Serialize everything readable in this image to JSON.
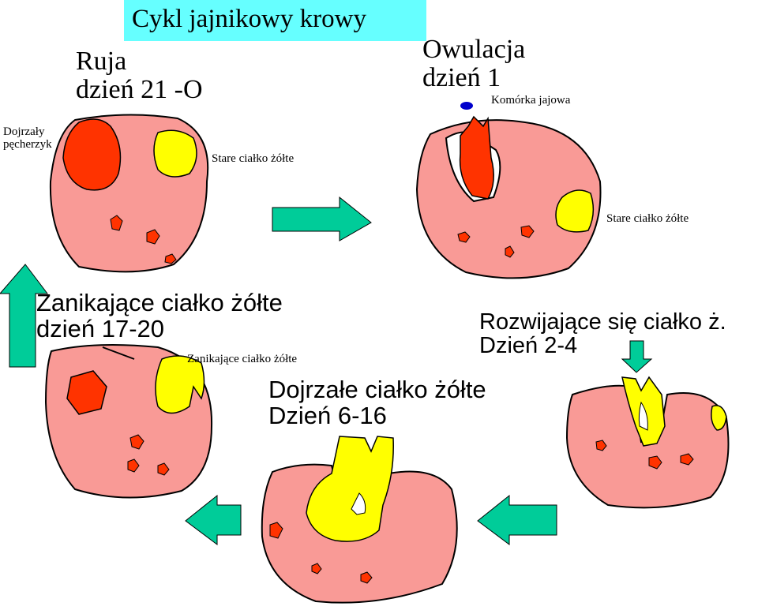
{
  "title": "Cykl jajnikowy krowy",
  "stages": {
    "ruja": {
      "line1": "Ruja",
      "line2": "dzień 21 -O"
    },
    "owulacja": {
      "line1": "Owulacja",
      "line2": "dzień 1"
    },
    "zanikajace": {
      "line1": "Zanikające ciałko żółte",
      "line2": "dzień 17-20"
    },
    "rozwijajace": {
      "line1": "Rozwijające się ciałko ż.",
      "line2": "Dzień 2-4"
    },
    "dojrzale": {
      "line1": "Dojrzałe ciałko żółte",
      "line2": "Dzień 6-16"
    }
  },
  "annotations": {
    "dojrzaly_pecherzyk_1": "Dojrzały",
    "dojrzaly_pecherzyk_2": "pęcherzyk",
    "stare_cialko_1": "Stare ciałko żółte",
    "komorka_jajowa": "Komórka jajowa",
    "stare_cialko_2": "Stare ciałko żółte",
    "zanikajace_small": "Zanikające ciałko żółte"
  },
  "colors": {
    "ovary": "#f99a96",
    "follicle": "#ff3300",
    "corpus_luteum": "#ffff00",
    "arrow": "#00cc99",
    "oocyte": "#0000cc",
    "title_bg": "#66ffff"
  }
}
